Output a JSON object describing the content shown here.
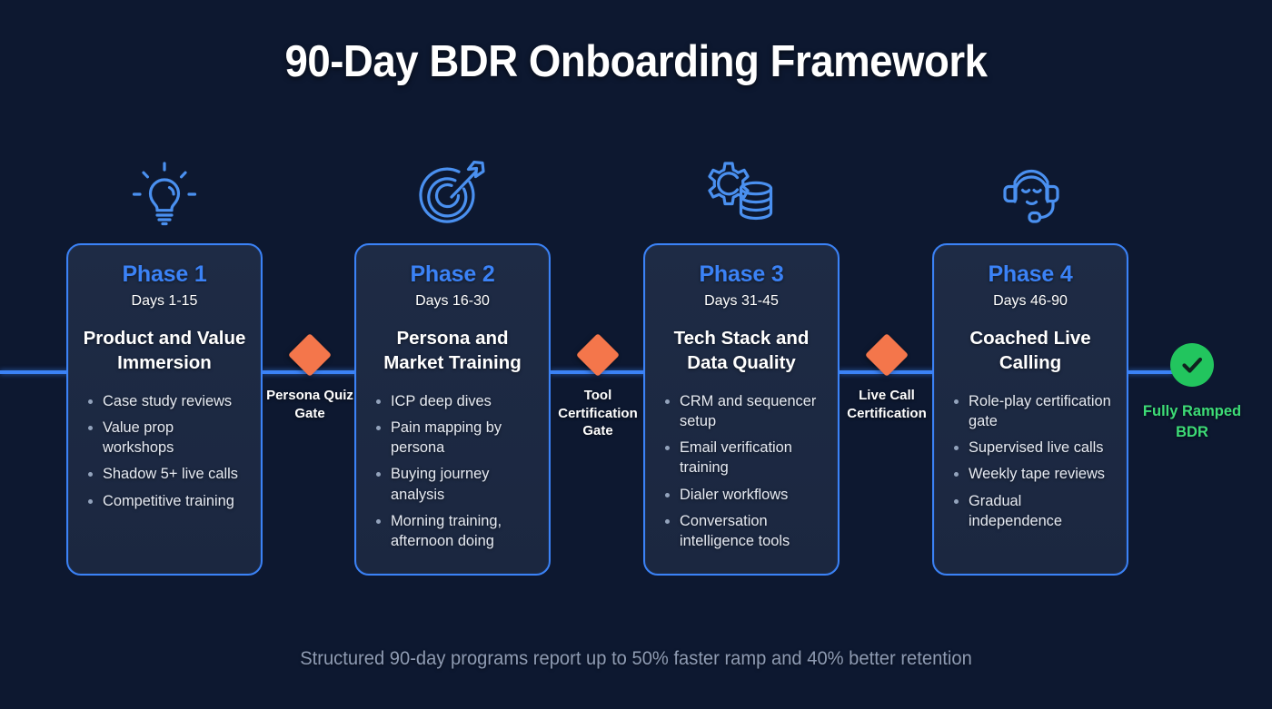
{
  "page": {
    "title": "90-Day BDR Onboarding Framework",
    "footer_note": "Structured 90-day programs report up to 50% faster ramp and 40% better retention",
    "background_color": "#0d1830",
    "accent_color": "#3b82f6",
    "gate_color": "#f4764b",
    "success_color": "#22c55e",
    "success_text_color": "#3ddc77"
  },
  "phases": [
    {
      "icon": "lightbulb-icon",
      "name": "Phase 1",
      "days": "Days 1-15",
      "heading": "Product and Value Immersion",
      "bullets": [
        "Case study reviews",
        "Value prop workshops",
        "Shadow 5+ live calls",
        "Competitive training"
      ]
    },
    {
      "icon": "target-arrow-icon",
      "name": "Phase 2",
      "days": "Days 16-30",
      "heading": "Persona and Market Training",
      "bullets": [
        "ICP deep dives",
        "Pain mapping by persona",
        "Buying journey analysis",
        "Morning training, afternoon doing"
      ]
    },
    {
      "icon": "gear-database-icon",
      "name": "Phase 3",
      "days": "Days 31-45",
      "heading": "Tech Stack and Data Quality",
      "bullets": [
        "CRM and sequencer setup",
        "Email verification training",
        "Dialer workflows",
        "Conversation intelligence tools"
      ]
    },
    {
      "icon": "headset-agent-icon",
      "name": "Phase 4",
      "days": "Days 46-90",
      "heading": "Coached Live Calling",
      "bullets": [
        "Role-play certification gate",
        "Supervised live calls",
        "Weekly tape reviews",
        "Gradual independence"
      ]
    }
  ],
  "gates": [
    {
      "label": "Persona Quiz Gate"
    },
    {
      "label": "Tool Certification Gate"
    },
    {
      "label": "Live Call Certification"
    }
  ],
  "end_node": {
    "icon": "check-circle-icon",
    "label": "Fully Ramped BDR"
  }
}
